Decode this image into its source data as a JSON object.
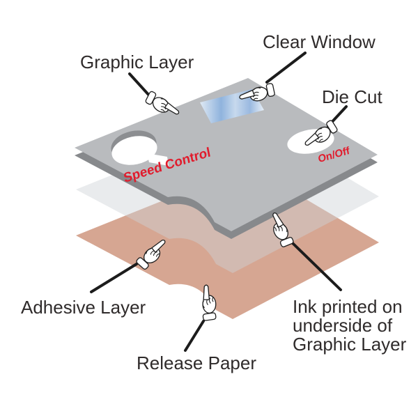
{
  "diagram": {
    "title": "Graphic overlay exploded layer diagram",
    "labels": {
      "graphic_layer": "Graphic Layer",
      "clear_window": "Clear Window",
      "die_cut": "Die Cut",
      "adhesive_layer": "Adhesive Layer",
      "release_paper": "Release Paper",
      "ink_line1": "Ink printed on",
      "ink_line2": "underside of",
      "ink_line3": "Graphic Layer"
    },
    "overlay_texts": {
      "speed_control": "Speed Control",
      "on_off": "On/Off"
    },
    "icons": [
      "pointing-hand-icon x6 (white glove with cuff, used as callout pointers)"
    ],
    "colors": {
      "background": "#ffffff",
      "graphic_layer_top": "#b9bbbe",
      "layer_side_dark": "#87898c",
      "keyhole_inner_shadow": "#8c8e91",
      "cutout_white": "#ffffff",
      "adhesive_layer_tint": "rgba(206,210,215,0.45)",
      "release_paper": "#d6a692",
      "window_blue_deep": "#8fb3dd",
      "window_blue_light": "#dfe9f4",
      "overlay_red": "#e11b2c",
      "label_text": "#2f2b2b",
      "leader_line": "#1c1c1c"
    }
  }
}
